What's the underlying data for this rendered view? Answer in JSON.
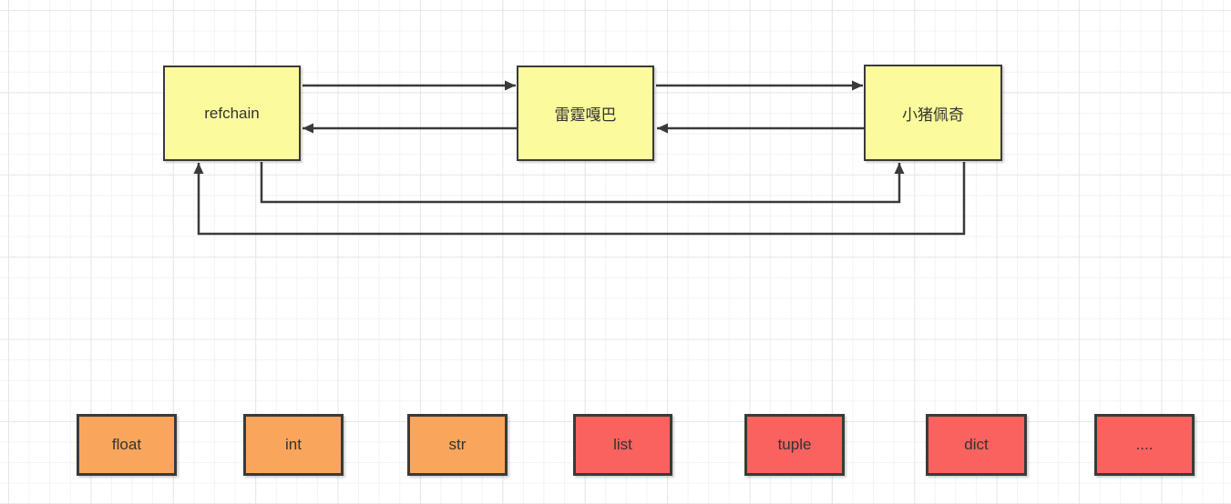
{
  "canvas": {
    "background": "#ffffff",
    "grid_minor_color": "#f3f3f3",
    "grid_major_color": "#e7e7e7"
  },
  "colors": {
    "node_yellow": "#fbfb9d",
    "type_orange": "#f9a65c",
    "type_red": "#f9625e",
    "stroke": "#3a3a3a",
    "text": "#333333"
  },
  "nodes": [
    {
      "id": "refchain",
      "label": "refchain",
      "fill": "#fbfb9d"
    },
    {
      "id": "leiting-gaba",
      "label": "雷霆嘎巴",
      "fill": "#fbfb9d"
    },
    {
      "id": "xiaozhu-peiqi",
      "label": "小猪佩奇",
      "fill": "#fbfb9d"
    }
  ],
  "edges": [
    {
      "from": "refchain",
      "to": "雷霆嘎巴",
      "route": "top",
      "arrow": "into 雷霆嘎巴 left"
    },
    {
      "from": "雷霆嘎巴",
      "to": "refchain",
      "route": "top",
      "arrow": "into refchain right"
    },
    {
      "from": "雷霆嘎巴",
      "to": "小猪佩奇",
      "route": "top",
      "arrow": "into 小猪佩奇 left"
    },
    {
      "from": "小猪佩奇",
      "to": "雷霆嘎巴",
      "route": "top",
      "arrow": "into 雷霆嘎巴 right"
    },
    {
      "from": "refchain",
      "to": "小猪佩奇",
      "route": "bottom loop",
      "arrow": "up into 小猪佩奇 bottom"
    },
    {
      "from": "小猪佩奇",
      "to": "refchain",
      "route": "bottom loop",
      "arrow": "up into refchain bottom"
    }
  ],
  "type_boxes": [
    {
      "label": "float",
      "variant": "orange",
      "fill": "#f9a65c"
    },
    {
      "label": "int",
      "variant": "orange",
      "fill": "#f9a65c"
    },
    {
      "label": "str",
      "variant": "orange",
      "fill": "#f9a65c"
    },
    {
      "label": "list",
      "variant": "red",
      "fill": "#f9625e"
    },
    {
      "label": "tuple",
      "variant": "red",
      "fill": "#f9625e"
    },
    {
      "label": "dict",
      "variant": "red",
      "fill": "#f9625e"
    },
    {
      "label": "....",
      "variant": "red",
      "fill": "#f9625e"
    }
  ]
}
